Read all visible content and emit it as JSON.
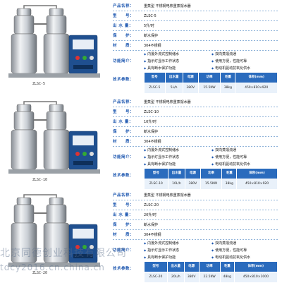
{
  "labels": {
    "name": "产品名称：",
    "model": "型　　号：",
    "output": "出 水 量：",
    "protect": "保　　护：",
    "material": "材　　质：",
    "features": "功能简介：",
    "params": "技术参数："
  },
  "table_headers": [
    "型号",
    "出水量",
    "电源",
    "功率",
    "毛重",
    "体积(mm)"
  ],
  "products": [
    {
      "caption": "ZLSC-5",
      "name": "重蒸型 不锈钢电热重蒸馏水器",
      "model": "ZLSC-5",
      "output": "5升/时",
      "protect": "断水保护",
      "material": "304不锈钢",
      "features": [
        "内置外流式控制储水",
        "双向蒸馏流通",
        "指示灯显示工作状态",
        "使用方便，性能可靠",
        "具有断水保护功能",
        "电动机驱动抗氧化供水"
      ],
      "row": [
        "ZLSC-5",
        "5L/h",
        "380V",
        "15.5KW",
        "38kg",
        "450×810×920"
      ]
    },
    {
      "caption": "ZLSC-10",
      "name": "重蒸型 不锈钢电热重蒸馏水器",
      "model": "ZLSC-10",
      "output": "10升/时",
      "protect": "断水保护",
      "material": "304不锈钢",
      "features": [
        "内置外流式控制储水",
        "双向蒸馏流通",
        "指示灯显示工作状态",
        "使用方便，性能可靠",
        "具有断水保护功能",
        "电动机驱动抗氧化供水"
      ],
      "row": [
        "ZLSC-10",
        "10L/h",
        "380V",
        "15.5KW",
        "38kg",
        "450×810×920"
      ]
    },
    {
      "caption": "ZLSC-20",
      "name": "重蒸型 不锈钢电热重蒸馏水器",
      "model": "ZLSC-20",
      "output": "20升/时",
      "protect": "断水保护",
      "material": "304不锈钢",
      "features": [
        "内置外流式控制储水",
        "双向蒸馏流通",
        "指示灯显示工作状态",
        "使用方便，性能可靠",
        "具有断水保护功能",
        "电动机驱动抗氧化供水"
      ],
      "row": [
        "ZLSC-20",
        "20L/h",
        "380V",
        "22.5KW",
        "48kg",
        "450×810×1000"
      ]
    }
  ],
  "watermark": {
    "line1": "北京同德创业科技有限公司",
    "line2": "tdcy2016.cn.china.cn"
  },
  "colors": {
    "accent": "#1d57b0",
    "table_header": "#2a6bbd",
    "table_cell": "#e9f1fa"
  }
}
